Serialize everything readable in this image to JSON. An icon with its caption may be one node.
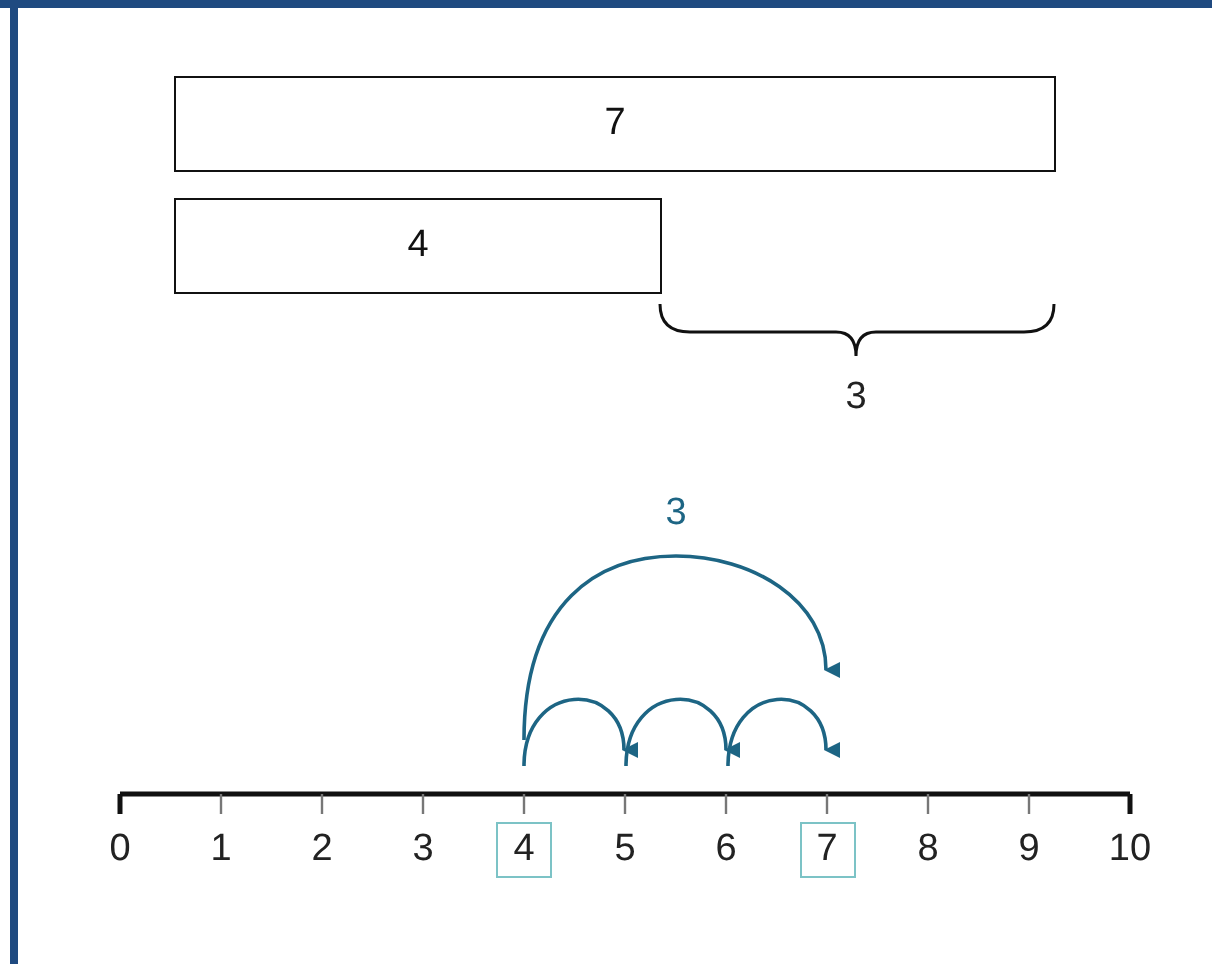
{
  "diagram": {
    "nodes": [
      {
        "text": [
          "7"
        ]
      },
      {
        "text": [
          "4"
        ]
      },
      {
        "text": [
          "4"
        ]
      },
      {
        "text": [
          "7"
        ]
      }
    ],
    "labels": [
      "3",
      "3",
      "0",
      "1",
      "2",
      "3",
      "5",
      "6",
      "8",
      "9",
      "10"
    ]
  }
}
